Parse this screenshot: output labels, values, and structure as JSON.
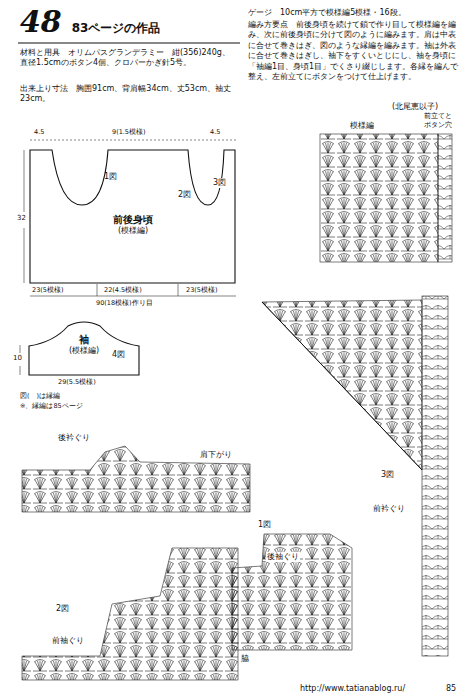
{
  "diagram": {
    "nodes": [
      {
        "text": [
          "48",
          "83ページの作品"
        ]
      },
      {
        "text": [
          "前後身頃",
          "(模様編)"
        ]
      },
      {
        "text": [
          "袖",
          "(模様編)"
        ]
      }
    ],
    "labels": [
      "材料と用具　オリムパスグランデラミー　紺(356)240g、直径1.5cmのボタン4個、クロバーかぎ針5号。",
      "出来上り寸法　胸囲91cm、背肩幅34cm、丈53cm、袖丈23cm。",
      "ゲージ　10cm平方で模様編5模様・16段。",
      "編み方要点　前後身頃を続けて鎖で作り目して模様編を編み、次に前後身頃に分けて図のように編みます。肩は中表に合せて巻きはぎ、図のような縁編を編みます。袖は外表に合せて巻きはぎし、袖下をすくいとじにし、袖を身頃に「袖編1目、身頃1目」でくさり綴じします。各縁を編んで整え、左前立てにボタンをつけて仕上げます。",
      "(北尾恵以子)",
      "模様編",
      "前立てと ボタン穴",
      "1図",
      "2図",
      "3図",
      "23(5模様)",
      "22(4.5模様)",
      "23(5模様)",
      "90(18模様)作り目",
      "32",
      "4.5",
      "9(1.5模様)",
      "4.5",
      "4図",
      "10",
      "29(5.5模様)",
      "図(　)は縁編",
      "※、縁編は85ページ",
      "後衿ぐり",
      "肩下がり",
      "1図",
      "後袖ぐり",
      "3図",
      "前衿ぐり",
      "2図",
      "前袖ぐり",
      "脇",
      "http://www.tatianablog.ru/",
      "85"
    ]
  }
}
